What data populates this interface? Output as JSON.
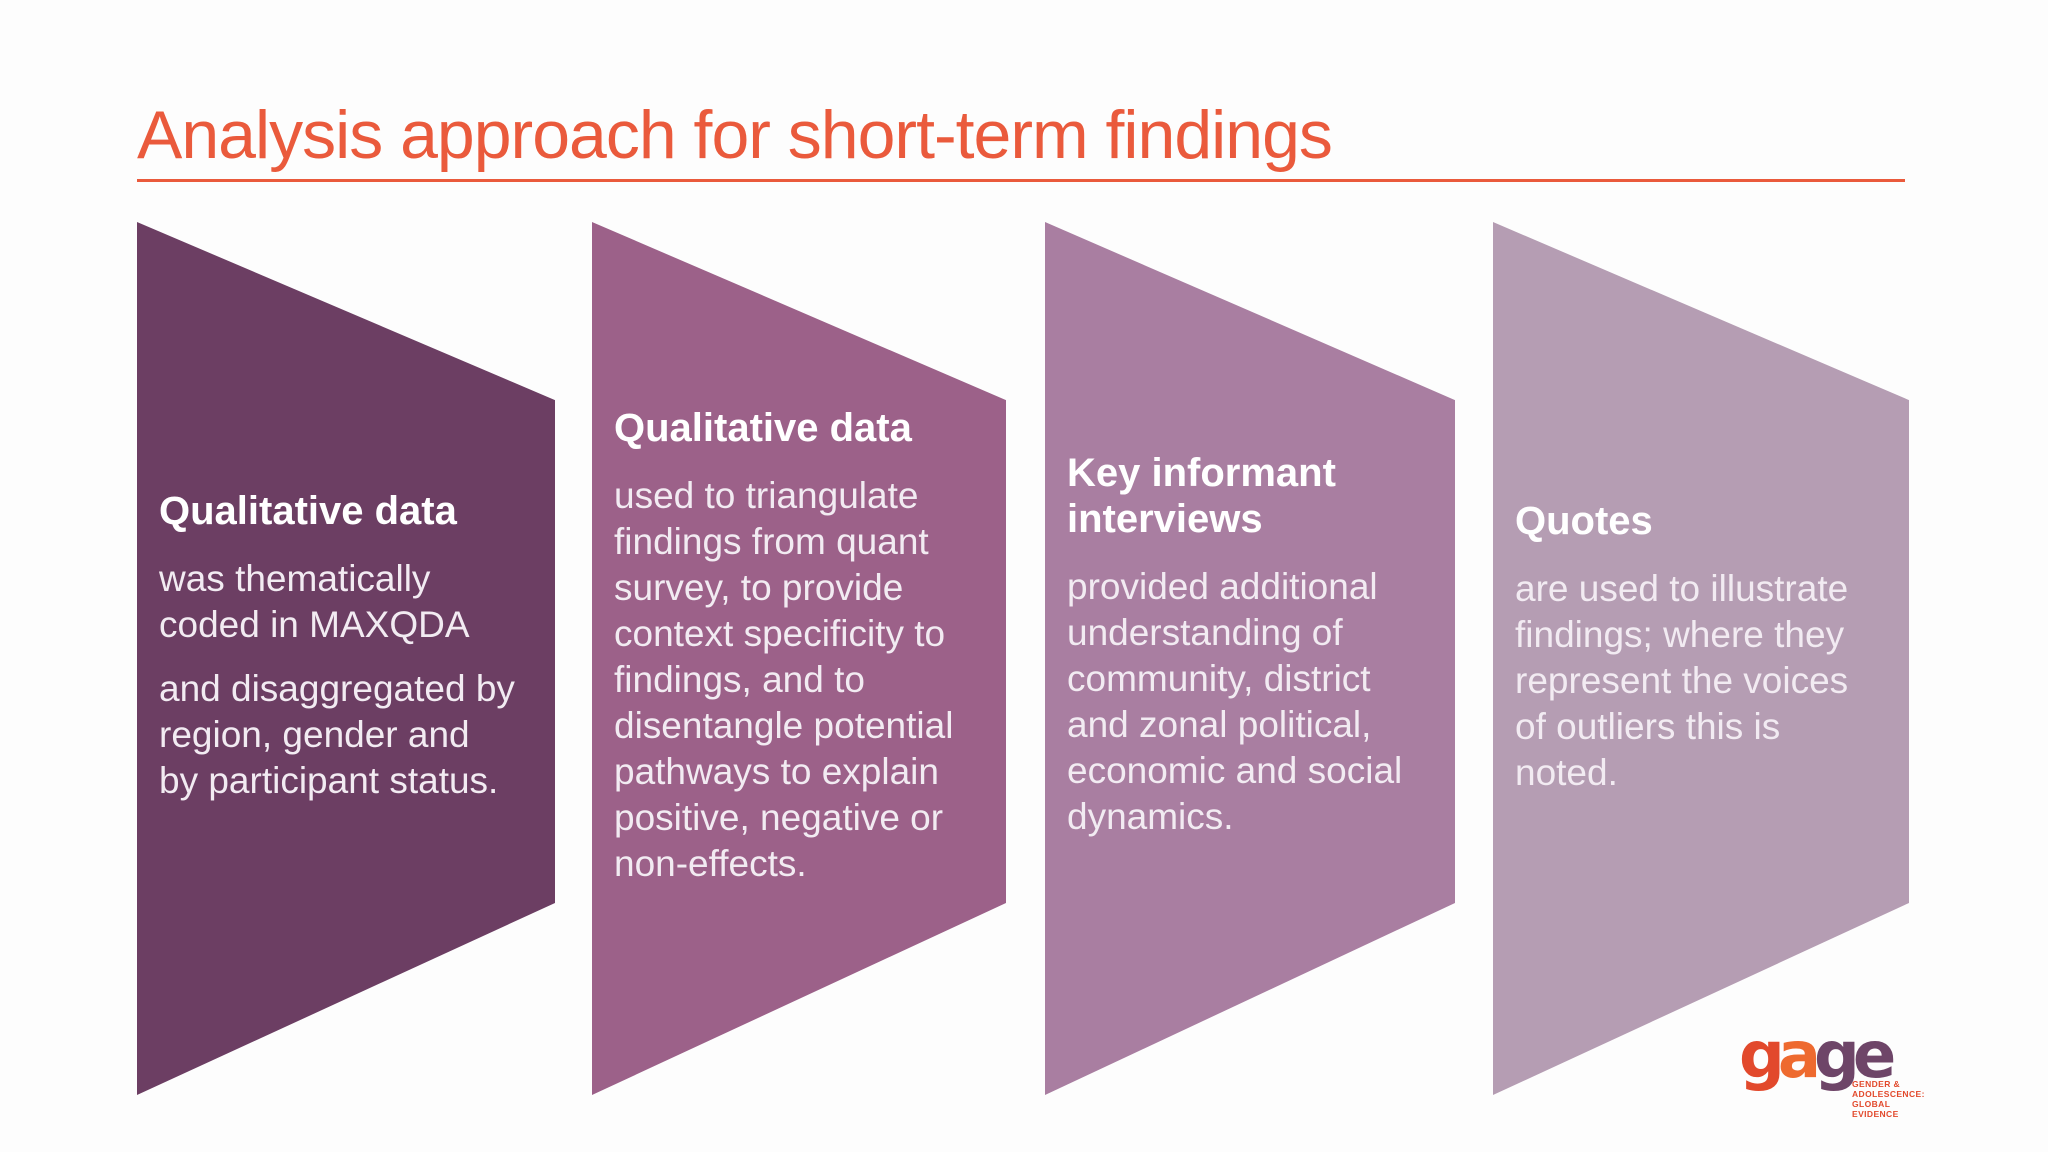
{
  "slide": {
    "title": "Analysis approach for short-term findings"
  },
  "theme": {
    "accent": "#ea5a3c",
    "background": "#fdfdfd",
    "heading_text": "#ffffff",
    "body_text": "#f2ebf2"
  },
  "panels": [
    {
      "heading": "Qualitative data",
      "color": "#6c3e63",
      "paragraphs": [
        "was thematically\ncoded in MAXQDA",
        "and disaggregated by\nregion, gender and\nby participant status."
      ]
    },
    {
      "heading": "Qualitative data",
      "color": "#9c6189",
      "paragraphs": [
        "used to triangulate\nfindings from quant\nsurvey, to provide\ncontext specificity to\nfindings, and to\ndisentangle potential\npathways to explain\npositive, negative or\nnon-effects."
      ]
    },
    {
      "heading": "Key informant\ninterviews",
      "color": "#a97ea1",
      "paragraphs": [
        "provided additional\nunderstanding of\ncommunity, district\nand zonal political,\neconomic and social\ndynamics."
      ]
    },
    {
      "heading": "Quotes",
      "color": "#b59db3",
      "paragraphs": [
        "are used to illustrate\nfindings; where they\nrepresent the voices\nof outliers this is\nnoted."
      ]
    }
  ],
  "logo": {
    "letters": [
      {
        "char": "g",
        "color": "#e2492c"
      },
      {
        "char": "a",
        "color": "#ee6a2f"
      },
      {
        "char": "g",
        "color": "#6e4568"
      },
      {
        "char": "e",
        "color": "#6e4568"
      }
    ],
    "tagline": "GENDER &\nADOLESCENCE:\nGLOBAL\nEVIDENCE",
    "tagline_color": "#e2492c"
  }
}
